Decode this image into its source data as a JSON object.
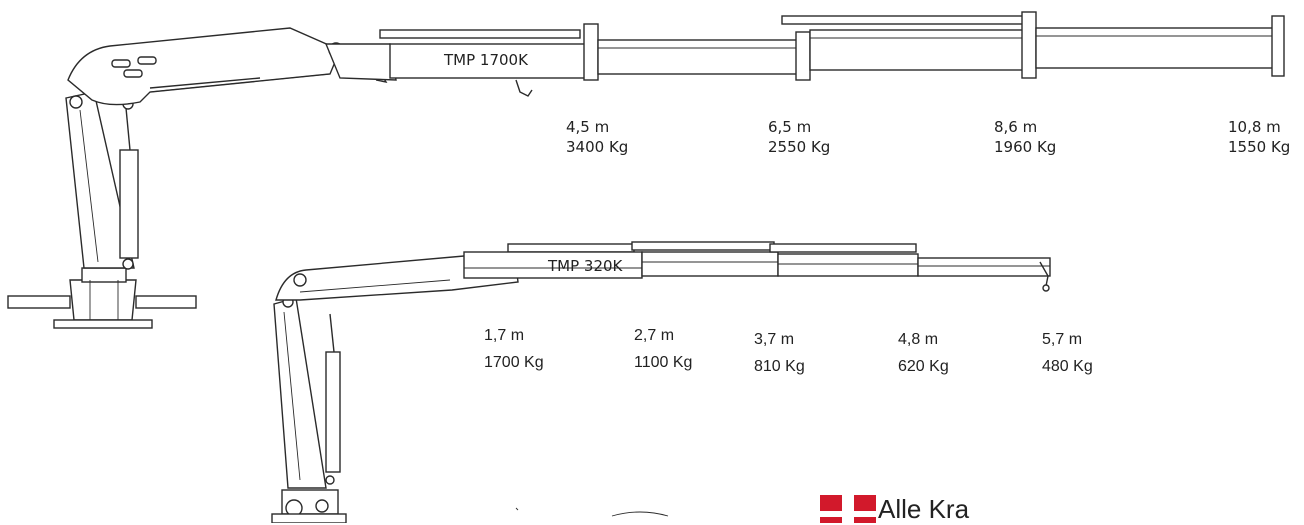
{
  "large_crane": {
    "model": "TMP 1700K",
    "specs": [
      {
        "reach": "4,5 m",
        "load": "3400 Kg"
      },
      {
        "reach": "6,5 m",
        "load": "2550 Kg"
      },
      {
        "reach": "8,6 m",
        "load": "1960 Kg"
      },
      {
        "reach": "10,8 m",
        "load": "1550 Kg"
      }
    ]
  },
  "small_crane": {
    "model": "TMP 320K",
    "specs": [
      {
        "reach": "1,7 m",
        "load": "1700 Kg"
      },
      {
        "reach": "2,7 m",
        "load": "1100 Kg"
      },
      {
        "reach": "3,7 m",
        "load": "810 Kg"
      },
      {
        "reach": "4,8 m",
        "load": "620 Kg"
      },
      {
        "reach": "5,7 m",
        "load": "480 Kg"
      }
    ]
  },
  "footer": {
    "text": "Alle Kra",
    "flag_color": "#d2192b"
  }
}
